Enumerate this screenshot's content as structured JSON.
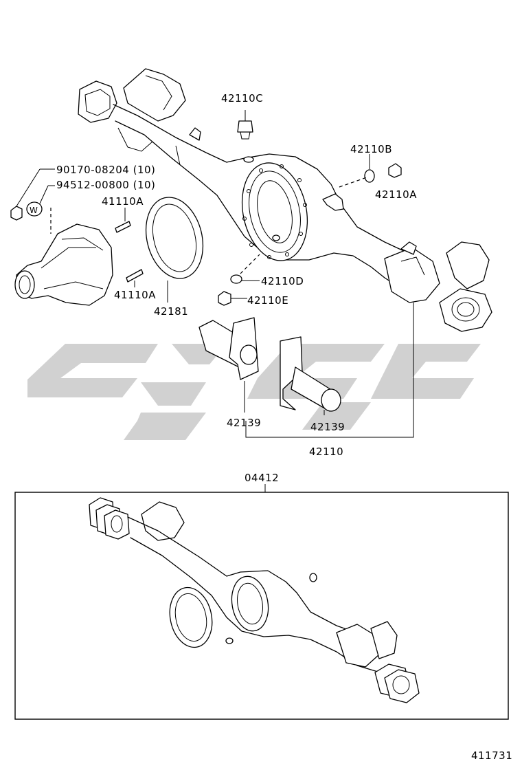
{
  "diagram": {
    "figure_number": "411731",
    "watermark_color": "#c9c9c9",
    "line_color": "#000000",
    "labels": {
      "p42110C": "42110C",
      "p42110B": "42110B",
      "p42110A": "42110A",
      "p90170": "90170-08204 (10)",
      "p94512": "94512-00800 (10)",
      "p41110A_top": "41110A",
      "p41110A_bottom": "41110A",
      "p42181": "42181",
      "p42110D": "42110D",
      "p42110E": "42110E",
      "p42139_left": "42139",
      "p42139_right": "42139",
      "p42110": "42110",
      "p04412": "04412",
      "washer_mark": "W"
    }
  }
}
